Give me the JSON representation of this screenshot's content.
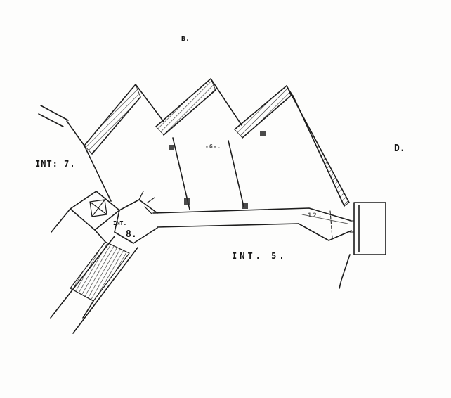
{
  "page": {
    "background": "#fdfdfc",
    "ink": "#1c1c1c"
  },
  "labels": {
    "top_b": "B.",
    "right_d": "D.",
    "int7": "INT: 7.",
    "int8_small": "INT.",
    "int8_big": "8.",
    "int5": "INT. 5.",
    "room12": "12.",
    "room_g": "-G-."
  }
}
